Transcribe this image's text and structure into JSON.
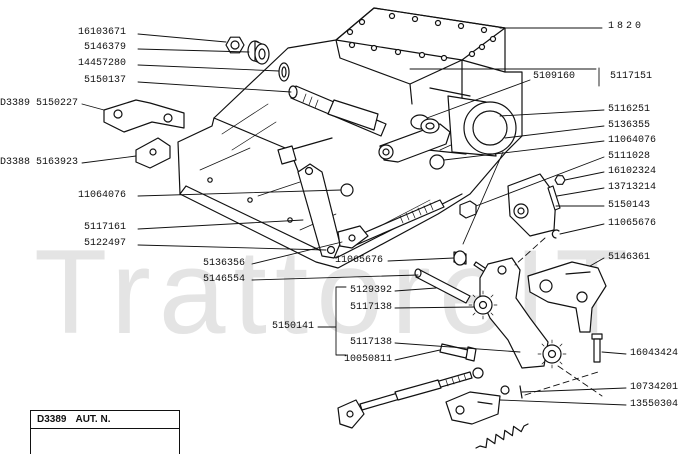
{
  "assembly_number": "1820",
  "watermark": "TrattoreIT",
  "part_numbers": [
    "16103671",
    "5146379",
    "14457280",
    "5150137",
    "D3389 5150227",
    "D3388 5163923",
    "11064076",
    "5117161",
    "5122497",
    "5136356",
    "5146554",
    "11065676",
    "5129392",
    "5117138",
    "5150141",
    "5117138",
    "10050811",
    "5109160",
    "5117151",
    "5116251",
    "5136355",
    "11064076",
    "5111028",
    "16102324",
    "13713214",
    "5150143",
    "11065676",
    "5146361",
    "16043424",
    "10734201",
    "13550304"
  ],
  "notes_box": {
    "code": "D3389",
    "label": "AUT. N."
  }
}
